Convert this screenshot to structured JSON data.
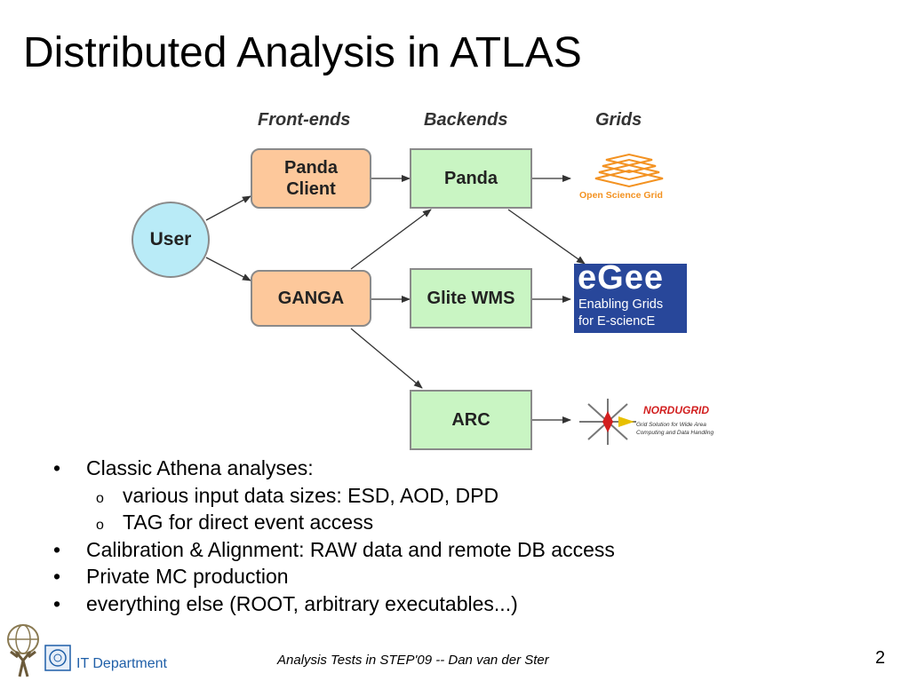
{
  "slide": {
    "title": "Distributed Analysis in ATLAS",
    "page_number": "2",
    "footer": "Analysis Tests in STEP'09 -- Dan van der Ster",
    "department": "IT Department"
  },
  "diagram": {
    "headers": {
      "frontends": "Front-ends",
      "backends": "Backends",
      "grids": "Grids"
    },
    "user": "User",
    "frontends": [
      {
        "line1": "Panda",
        "line2": "Client"
      },
      {
        "line1": "GANGA",
        "line2": ""
      }
    ],
    "backends": [
      "Panda",
      "Glite WMS",
      "ARC"
    ],
    "grids": {
      "osg": "Open Science Grid",
      "egee": {
        "logo": "eGee",
        "line1": "Enabling Grids",
        "line2": "for E-sciencE"
      },
      "nordugrid": {
        "name": "NORDUGRID",
        "tagline1": "Grid Solution for Wide Area",
        "tagline2": "Computing and Data Handling"
      }
    },
    "colors": {
      "frontend": "#fdc89b",
      "backend": "#c9f5c3",
      "user": "#b9ebf7",
      "egee_bg": "#28479a",
      "osg": "#f39221",
      "nordugrid": "#d21f1f"
    }
  },
  "bullets": [
    {
      "text": "Classic Athena analyses:",
      "sub": [
        "various input data sizes: ESD, AOD, DPD",
        "TAG for direct event access"
      ]
    },
    {
      "text": "Calibration & Alignment: RAW data and remote DB access",
      "sub": []
    },
    {
      "text": "Private MC production",
      "sub": []
    },
    {
      "text": "everything else (ROOT, arbitrary executables...)",
      "sub": []
    }
  ]
}
